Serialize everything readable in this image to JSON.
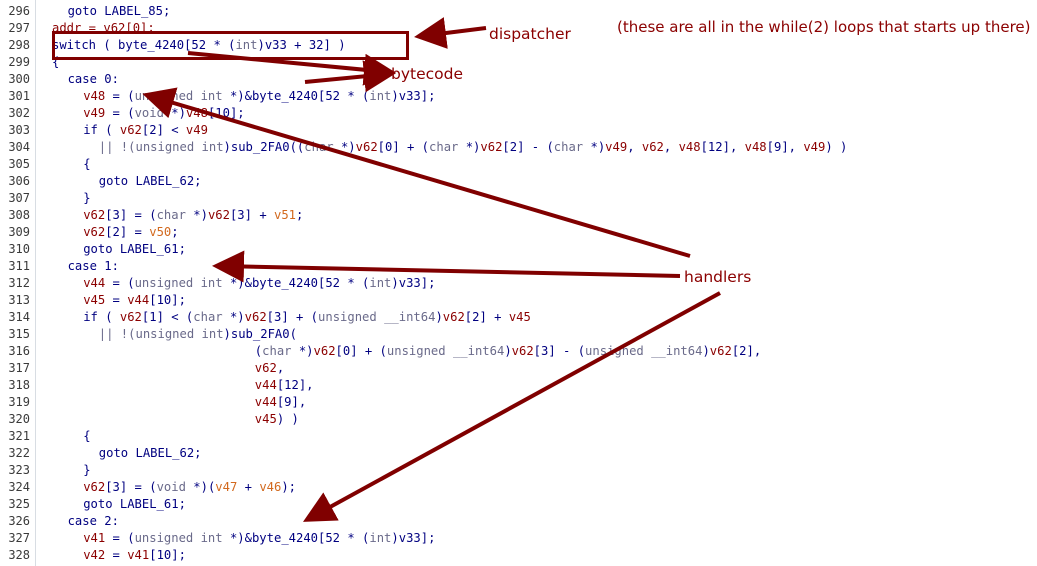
{
  "lines": [
    {
      "n": "296",
      "indent": 4,
      "toks": [
        [
          "goto LABEL_85;",
          "kw"
        ]
      ]
    },
    {
      "n": "297",
      "indent": 2,
      "toks": [
        [
          "addr = ",
          "va"
        ],
        [
          "v62[0];",
          "va"
        ]
      ]
    },
    {
      "n": "298",
      "indent": 2,
      "toks": [
        [
          "switch ( ",
          "kw"
        ],
        [
          "byte_4240",
          "kw"
        ],
        [
          "[52 * (",
          "kw"
        ],
        [
          "int",
          "ty"
        ],
        [
          ")v33 + 32] )",
          "kw"
        ]
      ]
    },
    {
      "n": "299",
      "indent": 2,
      "toks": [
        [
          "{",
          "kw"
        ]
      ]
    },
    {
      "n": "300",
      "indent": 4,
      "toks": [
        [
          "case 0:",
          "kw"
        ]
      ]
    },
    {
      "n": "301",
      "indent": 6,
      "toks": [
        [
          "v48",
          "va"
        ],
        [
          " = (",
          "kw"
        ],
        [
          "unsigned int ",
          "ty"
        ],
        [
          "*)&byte_4240[52 * (",
          "kw"
        ],
        [
          "int",
          "ty"
        ],
        [
          ")v33];",
          "kw"
        ]
      ]
    },
    {
      "n": "302",
      "indent": 6,
      "toks": [
        [
          "v49",
          "va"
        ],
        [
          " = (",
          "kw"
        ],
        [
          "void ",
          "ty"
        ],
        [
          "*)",
          "kw"
        ],
        [
          "v48",
          "va"
        ],
        [
          "[10];",
          "kw"
        ]
      ]
    },
    {
      "n": "303",
      "indent": 6,
      "toks": [
        [
          "if ( ",
          "kw"
        ],
        [
          "v62",
          "va"
        ],
        [
          "[2] < ",
          "kw"
        ],
        [
          "v49",
          "va"
        ]
      ]
    },
    {
      "n": "304",
      "indent": 8,
      "toks": [
        [
          "|| !(",
          "gr"
        ],
        [
          "unsigned int",
          "ty"
        ],
        [
          ")sub_2FA0((",
          "kw"
        ],
        [
          "char ",
          "ty"
        ],
        [
          "*)",
          "kw"
        ],
        [
          "v62",
          "va"
        ],
        [
          "[0] + (",
          "kw"
        ],
        [
          "char ",
          "ty"
        ],
        [
          "*)",
          "kw"
        ],
        [
          "v62",
          "va"
        ],
        [
          "[2] - (",
          "kw"
        ],
        [
          "char ",
          "ty"
        ],
        [
          "*)",
          "kw"
        ],
        [
          "v49",
          "va"
        ],
        [
          ", ",
          "kw"
        ],
        [
          "v62",
          "va"
        ],
        [
          ", ",
          "kw"
        ],
        [
          "v48",
          "va"
        ],
        [
          "[12], ",
          "kw"
        ],
        [
          "v48",
          "va"
        ],
        [
          "[9], ",
          "kw"
        ],
        [
          "v49",
          "va"
        ],
        [
          ") )",
          "kw"
        ]
      ]
    },
    {
      "n": "305",
      "indent": 6,
      "toks": [
        [
          "{",
          "kw"
        ]
      ]
    },
    {
      "n": "306",
      "indent": 8,
      "toks": [
        [
          "goto LABEL_62;",
          "kw"
        ]
      ]
    },
    {
      "n": "307",
      "indent": 6,
      "toks": [
        [
          "}",
          "kw"
        ]
      ]
    },
    {
      "n": "308",
      "indent": 6,
      "toks": [
        [
          "v62",
          "va"
        ],
        [
          "[3] = (",
          "kw"
        ],
        [
          "char ",
          "ty"
        ],
        [
          "*)",
          "kw"
        ],
        [
          "v62",
          "va"
        ],
        [
          "[3] + ",
          "kw"
        ],
        [
          "v51",
          "or"
        ],
        [
          ";",
          "kw"
        ]
      ]
    },
    {
      "n": "309",
      "indent": 6,
      "toks": [
        [
          "v62",
          "va"
        ],
        [
          "[2] = ",
          "kw"
        ],
        [
          "v50",
          "or"
        ],
        [
          ";",
          "kw"
        ]
      ]
    },
    {
      "n": "310",
      "indent": 6,
      "toks": [
        [
          "goto LABEL_61;",
          "kw"
        ]
      ]
    },
    {
      "n": "311",
      "indent": 4,
      "toks": [
        [
          "case 1:",
          "kw"
        ]
      ]
    },
    {
      "n": "312",
      "indent": 6,
      "toks": [
        [
          "v44",
          "va"
        ],
        [
          " = (",
          "kw"
        ],
        [
          "unsigned int ",
          "ty"
        ],
        [
          "*)&byte_4240[52 * (",
          "kw"
        ],
        [
          "int",
          "ty"
        ],
        [
          ")v33];",
          "kw"
        ]
      ]
    },
    {
      "n": "313",
      "indent": 6,
      "toks": [
        [
          "v45",
          "va"
        ],
        [
          " = ",
          "kw"
        ],
        [
          "v44",
          "va"
        ],
        [
          "[10];",
          "kw"
        ]
      ]
    },
    {
      "n": "314",
      "indent": 6,
      "toks": [
        [
          "if ( ",
          "kw"
        ],
        [
          "v62",
          "va"
        ],
        [
          "[1] < (",
          "kw"
        ],
        [
          "char ",
          "ty"
        ],
        [
          "*)",
          "kw"
        ],
        [
          "v62",
          "va"
        ],
        [
          "[3] + (",
          "kw"
        ],
        [
          "unsigned __int64",
          "ty"
        ],
        [
          ")",
          "kw"
        ],
        [
          "v62",
          "va"
        ],
        [
          "[2] + ",
          "kw"
        ],
        [
          "v45",
          "va"
        ]
      ]
    },
    {
      "n": "315",
      "indent": 8,
      "toks": [
        [
          "|| !(",
          "gr"
        ],
        [
          "unsigned int",
          "ty"
        ],
        [
          ")sub_2FA0(",
          "kw"
        ]
      ]
    },
    {
      "n": "316",
      "indent": 28,
      "toks": [
        [
          "(",
          "kw"
        ],
        [
          "char ",
          "ty"
        ],
        [
          "*)",
          "kw"
        ],
        [
          "v62",
          "va"
        ],
        [
          "[0] + (",
          "kw"
        ],
        [
          "unsigned __int64",
          "ty"
        ],
        [
          ")",
          "kw"
        ],
        [
          "v62",
          "va"
        ],
        [
          "[3] - (",
          "kw"
        ],
        [
          "unsigned __int64",
          "ty"
        ],
        [
          ")",
          "kw"
        ],
        [
          "v62",
          "va"
        ],
        [
          "[2],",
          "kw"
        ]
      ]
    },
    {
      "n": "317",
      "indent": 28,
      "toks": [
        [
          "v62",
          "va"
        ],
        [
          ",",
          "kw"
        ]
      ]
    },
    {
      "n": "318",
      "indent": 28,
      "toks": [
        [
          "v44",
          "va"
        ],
        [
          "[12],",
          "kw"
        ]
      ]
    },
    {
      "n": "319",
      "indent": 28,
      "toks": [
        [
          "v44",
          "va"
        ],
        [
          "[9],",
          "kw"
        ]
      ]
    },
    {
      "n": "320",
      "indent": 28,
      "toks": [
        [
          "v45",
          "va"
        ],
        [
          ") )",
          "kw"
        ]
      ]
    },
    {
      "n": "321",
      "indent": 6,
      "toks": [
        [
          "{",
          "kw"
        ]
      ]
    },
    {
      "n": "322",
      "indent": 8,
      "toks": [
        [
          "goto LABEL_62;",
          "kw"
        ]
      ]
    },
    {
      "n": "323",
      "indent": 6,
      "toks": [
        [
          "}",
          "kw"
        ]
      ]
    },
    {
      "n": "324",
      "indent": 6,
      "toks": [
        [
          "v62",
          "va"
        ],
        [
          "[3] = (",
          "kw"
        ],
        [
          "void ",
          "ty"
        ],
        [
          "*)(",
          "kw"
        ],
        [
          "v47",
          "or"
        ],
        [
          " + ",
          "kw"
        ],
        [
          "v46",
          "or"
        ],
        [
          ");",
          "kw"
        ]
      ]
    },
    {
      "n": "325",
      "indent": 6,
      "toks": [
        [
          "goto LABEL_61;",
          "kw"
        ]
      ]
    },
    {
      "n": "326",
      "indent": 4,
      "toks": [
        [
          "case 2:",
          "kw"
        ]
      ]
    },
    {
      "n": "327",
      "indent": 6,
      "toks": [
        [
          "v41",
          "va"
        ],
        [
          " = (",
          "kw"
        ],
        [
          "unsigned int ",
          "ty"
        ],
        [
          "*)&byte_4240[52 * (",
          "kw"
        ],
        [
          "int",
          "ty"
        ],
        [
          ")v33];",
          "kw"
        ]
      ]
    },
    {
      "n": "328",
      "indent": 6,
      "toks": [
        [
          "v42",
          "va"
        ],
        [
          " = ",
          "kw"
        ],
        [
          "v41",
          "va"
        ],
        [
          "[10];",
          "kw"
        ]
      ]
    }
  ],
  "annotations": {
    "dispatcher": "dispatcher",
    "bytecode": "bytecode",
    "handlers": "handlers",
    "note": "(these are all in the while(2) loops that starts up there)"
  },
  "colors": {
    "annotation": "#8b0000",
    "box": "#800000"
  }
}
